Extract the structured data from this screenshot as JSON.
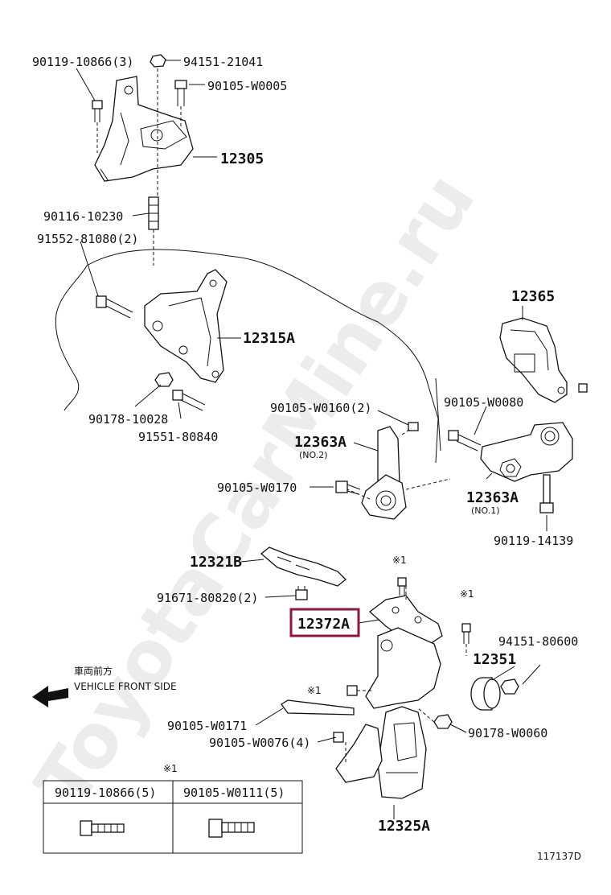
{
  "watermark": "ToyotaCarMine.ru",
  "diagram_code": "117137D",
  "front_side": {
    "jp": "車両前方",
    "en": "VEHICLE FRONT SIDE"
  },
  "note_mark": "※1",
  "highlighted_part": "12372A",
  "labels": {
    "p90119_10866_3": "90119-10866(3)",
    "p94151_21041": "94151-21041",
    "p90105_W0005": "90105-W0005",
    "p12305": "12305",
    "p90116_10230": "90116-10230",
    "p91552_81080_2": "91552-81080(2)",
    "p12315A": "12315A",
    "p90178_10028": "90178-10028",
    "p91551_80840": "91551-80840",
    "p12365": "12365",
    "p90105_W0080": "90105-W0080",
    "p90105_W0160_2": "90105-W0160(2)",
    "p12363A_no2": "12363A",
    "no2": "(NO.2)",
    "p90105_W0170": "90105-W0170",
    "p12363A_no1": "12363A",
    "no1": "(NO.1)",
    "p90119_14139": "90119-14139",
    "p12321B": "12321B",
    "p91671_80820_2": "91671-80820(2)",
    "p12372A": "12372A",
    "p94151_80600": "94151-80600",
    "p12351": "12351",
    "p90105_W0171": "90105-W0171",
    "p90105_W0076_4": "90105-W0076(4)",
    "p90178_W0060": "90178-W0060",
    "p12325A": "12325A"
  },
  "legend_table": {
    "col1": "90119-10866(5)",
    "col2": "90105-W0111(5)"
  }
}
